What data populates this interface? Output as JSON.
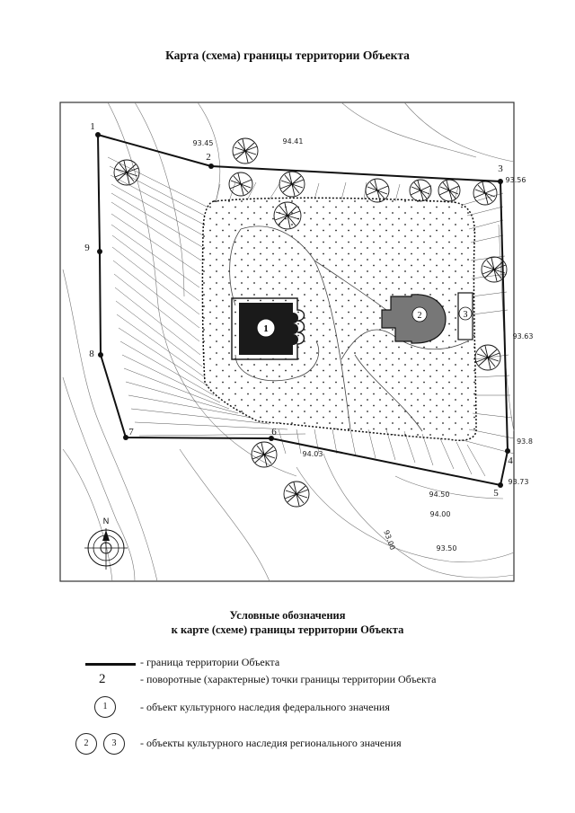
{
  "title": "Карта (схема) границы территории Объекта",
  "map": {
    "points": [
      {
        "id": "1",
        "name": "point-1"
      },
      {
        "id": "2",
        "name": "point-2"
      },
      {
        "id": "3",
        "name": "point-3"
      },
      {
        "id": "4",
        "name": "point-4"
      },
      {
        "id": "5",
        "name": "point-5"
      },
      {
        "id": "6",
        "name": "point-6"
      },
      {
        "id": "7",
        "name": "point-7"
      },
      {
        "id": "8",
        "name": "point-8"
      },
      {
        "id": "9",
        "name": "point-9"
      }
    ],
    "elevations": [
      "93.45",
      "94.41",
      "93.56",
      "93.63",
      "93.8",
      "93.73",
      "94.03",
      "94.50",
      "94.00",
      "93.00",
      "93.50"
    ],
    "objects": [
      "1",
      "2",
      "3"
    ],
    "north_label": "N"
  },
  "legend": {
    "title_line1": "Условные обозначения",
    "title_line2": "к карте (схеме) границы территории Объекта",
    "boundary_text": "- граница территории Объекта",
    "point_symbol": "2",
    "point_text": "- поворотные (характерные) точки границы территории Объекта",
    "federal_symbol": "1",
    "federal_text": "- объект культурного наследия федерального значения",
    "regional_symbols": [
      "2",
      "3"
    ],
    "regional_text": "- объекты культурного наследия регионального значения"
  }
}
